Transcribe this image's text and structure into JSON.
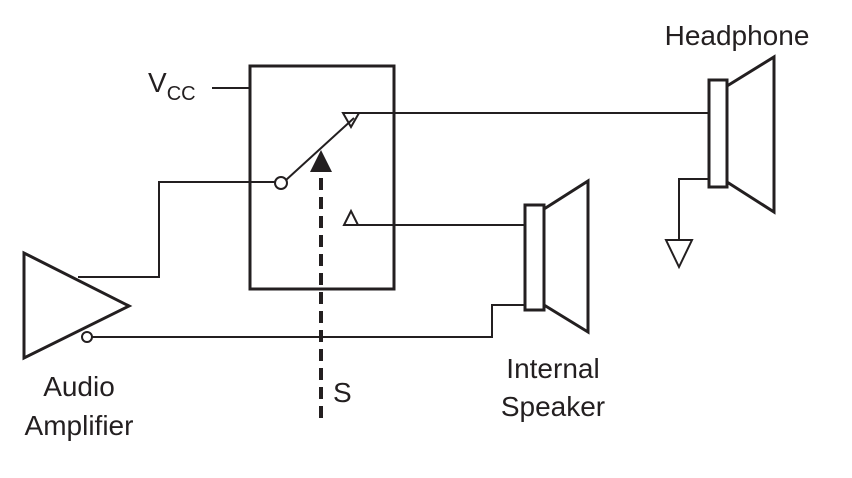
{
  "labels": {
    "vcc_main": "V",
    "vcc_sub": "CC",
    "headphone": "Headphone",
    "internal_line1": "Internal",
    "internal_line2": "Speaker",
    "amp_line1": "Audio",
    "amp_line2": "Amplifier",
    "select": "S"
  },
  "colors": {
    "stroke": "#231f20",
    "background": "#ffffff"
  }
}
